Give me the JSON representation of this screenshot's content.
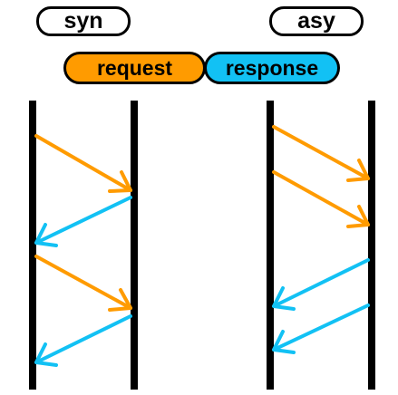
{
  "labels": {
    "syn": "syn",
    "asy": "asy",
    "request": "request",
    "response": "response"
  },
  "colors": {
    "request": "#ff9b00",
    "response": "#12c1f4",
    "line": "#000000"
  }
}
